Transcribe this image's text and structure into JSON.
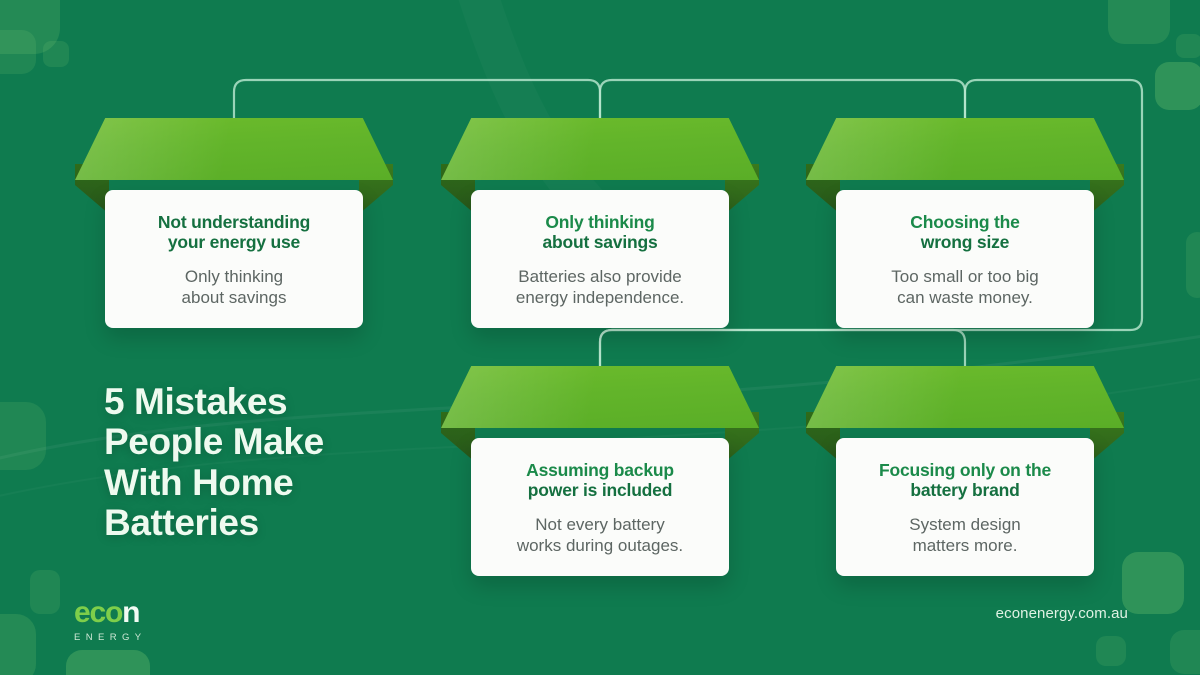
{
  "headline": {
    "lines": [
      "5 Mistakes",
      "People Make",
      "With Home",
      "Batteries"
    ],
    "full": "5 Mistakes People Make With Home Batteries"
  },
  "cards": [
    {
      "id": "not-understanding-energy-use",
      "title_lines": [
        "Not understanding",
        "your energy use"
      ],
      "title": "Not understanding your energy use",
      "desc_lines": [
        "Only thinking",
        "about savings"
      ],
      "desc": "Only thinking about savings"
    },
    {
      "id": "only-thinking-about-savings",
      "title_lines": [
        "Only thinking",
        "about savings"
      ],
      "title": "Only thinking about savings",
      "desc_lines": [
        "Batteries also provide",
        "energy independence."
      ],
      "desc": "Batteries also provide energy independence."
    },
    {
      "id": "choosing-the-wrong-size",
      "title_lines": [
        "Choosing the",
        "wrong size"
      ],
      "title": "Choosing the wrong size",
      "desc_lines": [
        "Too small or too big",
        "can waste money."
      ],
      "desc": "Too small or too big can waste money."
    },
    {
      "id": "assuming-backup-power-is-included",
      "title_lines": [
        "Assuming backup",
        "power is included"
      ],
      "title": "Assuming backup power is included",
      "desc_lines": [
        "Not every battery",
        "works during outages."
      ],
      "desc": "Not every battery works during outages."
    },
    {
      "id": "focusing-only-on-the-battery-brand",
      "title_lines": [
        "Focusing only on the",
        "battery brand"
      ],
      "title": "Focusing only on the battery brand",
      "desc_lines": [
        "System design",
        "matters more."
      ],
      "desc": "System design matters more."
    }
  ],
  "logo": {
    "name_primary": "eco",
    "name_secondary": "n",
    "tagline": "ENERGY"
  },
  "footer": {
    "url": "econenergy.com.au"
  },
  "colors": {
    "background_green": "#0f8254",
    "card_lid_green": "#63b52a",
    "lid_shadow_green": "#2f6b19",
    "card_surface": "#fbfcfa",
    "title_green": "#157040",
    "body_grey": "#5d6663",
    "connector_line": "#b9e8cf",
    "headline_white": "#eefaef",
    "logo_green": "#7ece4a"
  }
}
